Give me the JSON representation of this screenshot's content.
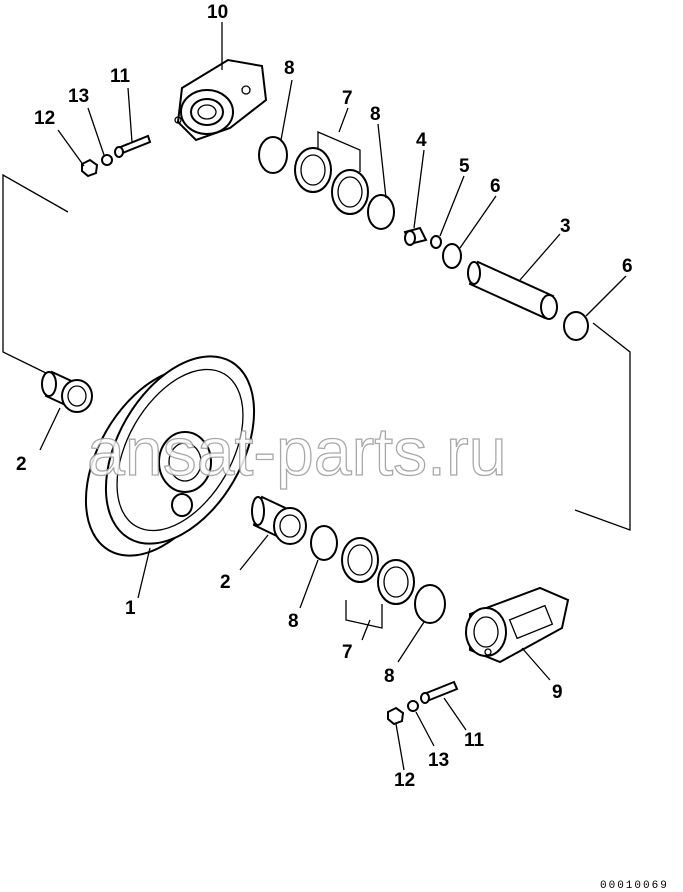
{
  "labels": {
    "l1": "1",
    "l2a": "2",
    "l2b": "2",
    "l3": "3",
    "l4": "4",
    "l5": "5",
    "l6a": "6",
    "l6b": "6",
    "l7a": "7",
    "l7b": "7",
    "l8a": "8",
    "l8b": "8",
    "l8c": "8",
    "l8d": "8",
    "l9": "9",
    "l10": "10",
    "l11a": "11",
    "l11b": "11",
    "l12a": "12",
    "l12b": "12",
    "l13a": "13",
    "l13b": "13"
  },
  "watermark": "ansat-parts.ru",
  "drawing_code": "00010069"
}
